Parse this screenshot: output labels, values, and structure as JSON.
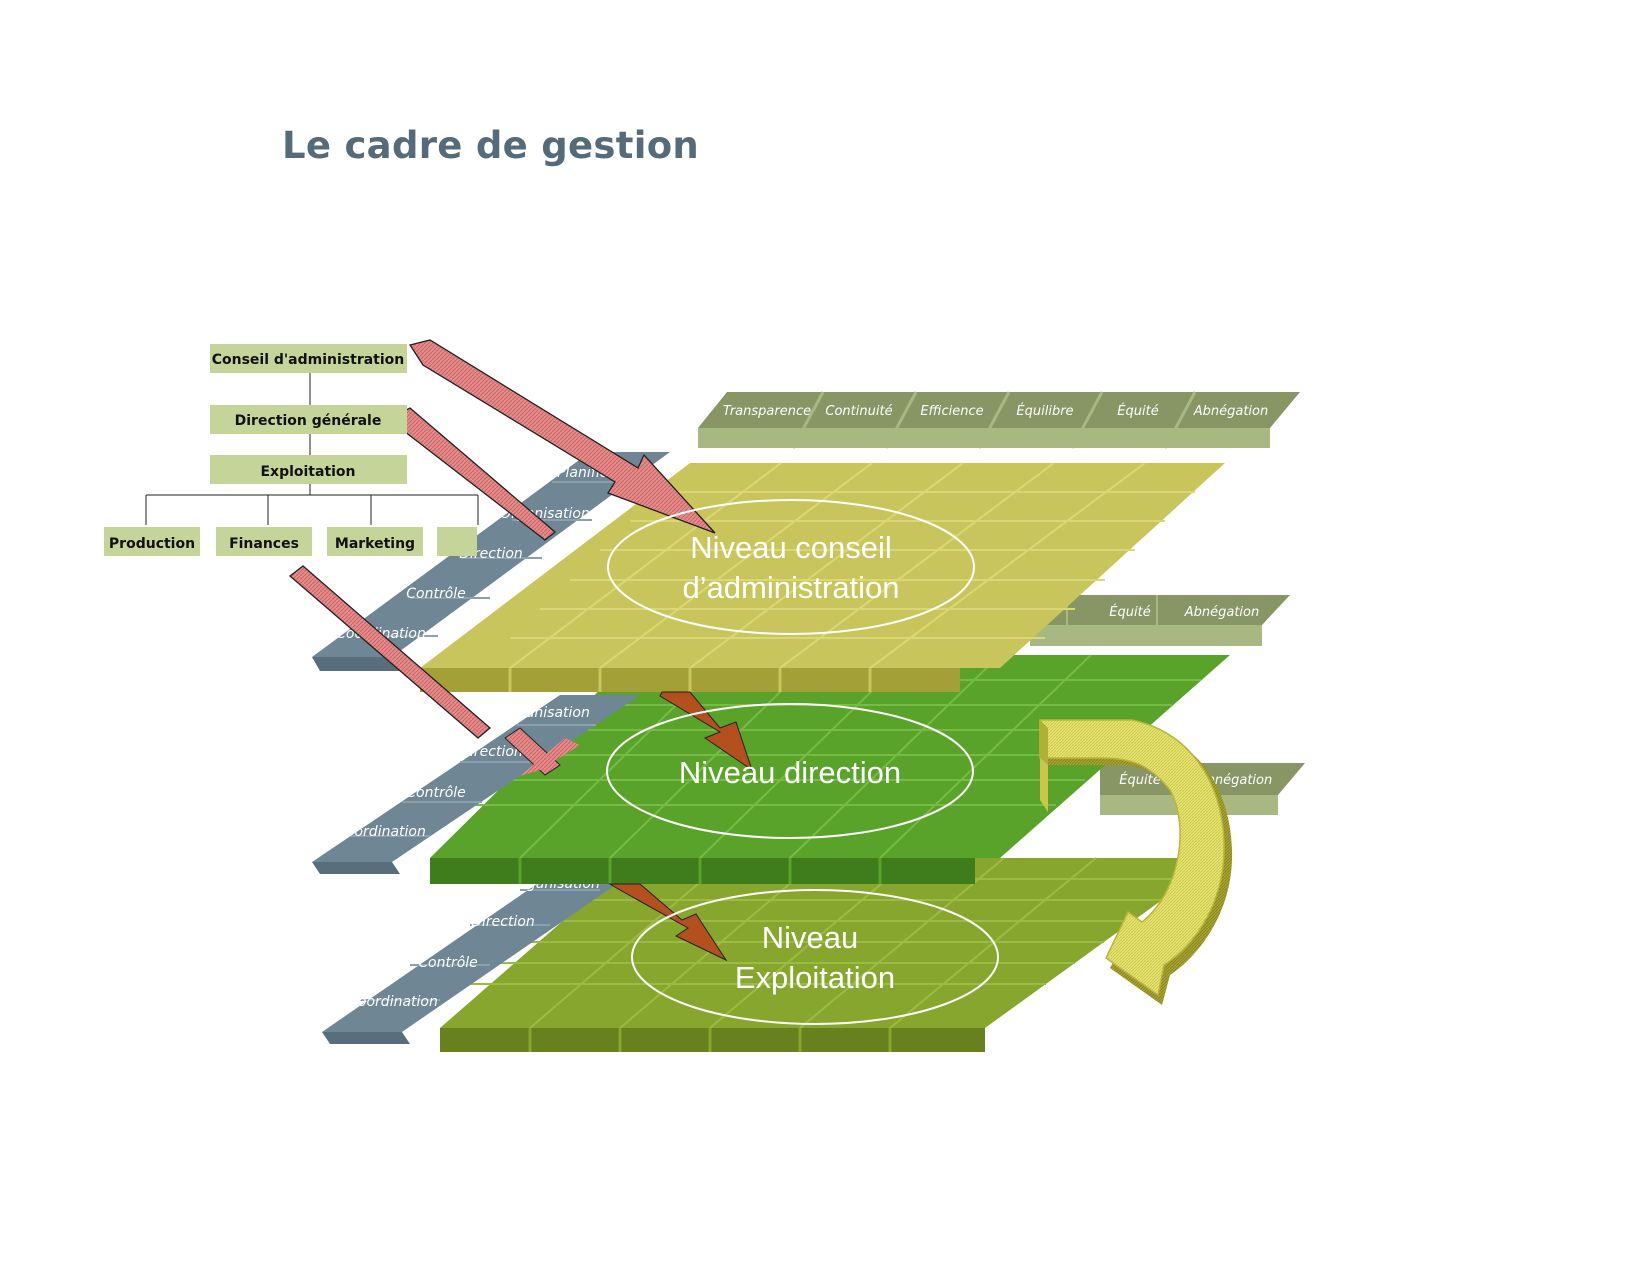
{
  "title": "Le cadre de gestion",
  "org_chart": {
    "board": "Conseil d'administration",
    "general_management": "Direction générale",
    "operations": "Exploitation",
    "departments": [
      "Production",
      "Finances",
      "Marketing"
    ]
  },
  "management_functions": [
    "Planification",
    "Organisation",
    "Direction",
    "Contrôle",
    "Coordination"
  ],
  "values": [
    "Transparence",
    "Continuité",
    "Efficience",
    "Équilibre",
    "Équité",
    "Abnégation"
  ],
  "levels": {
    "board_line1": "Niveau conseil",
    "board_line2": "d’administration",
    "direction": "Niveau direction",
    "operations_line1": "Niveau",
    "operations_line2": "Exploitation"
  },
  "colors": {
    "title": "#566b79",
    "org_box": "#c5d59a",
    "board_layer": "#c8c55c",
    "direction_layer": "#5aa32a",
    "operations_layer": "#86a62e",
    "function_bars": "#6f8795",
    "value_tiles": "#879664",
    "arrows_pink": "#e58a8a",
    "arrows_brown": "#b4501e",
    "cycle_arrow": "#e1e264"
  }
}
